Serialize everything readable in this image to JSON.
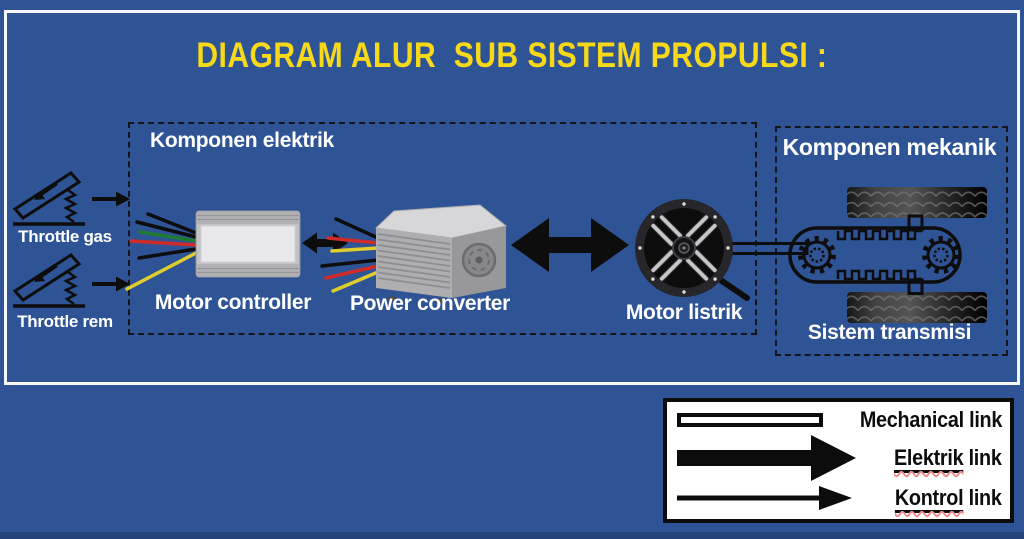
{
  "title": "DIAGRAM ALUR  SUB SISTEM PROPULSI :",
  "throttle": {
    "gas_label": "Throttle gas",
    "rem_label": "Throttle rem"
  },
  "electric": {
    "group_label": "Komponen elektrik",
    "motor_controller_label": "Motor controller",
    "power_converter_label": "Power converter",
    "motor_listrik_label": "Motor listrik"
  },
  "mechanical": {
    "group_label": "Komponen mekanik",
    "transmission_label": "Sistem transmisi"
  },
  "legend": {
    "mechanical_label": "Mechanical link",
    "elektrik_word": "Elektrik",
    "elektrik_suffix": " link",
    "kontrol_word": "Kontrol",
    "kontrol_suffix": " link"
  },
  "colors": {
    "background": "#2F5496",
    "title_yellow": "#F7D917",
    "label_text": "#FFFFFF",
    "line_art": "#0D0D0D",
    "legend_underline_wavy": "#EF8A8A",
    "wire_red": "#CF2B2B",
    "wire_yellow": "#E0CD2D",
    "wire_green": "#1F7A33"
  }
}
